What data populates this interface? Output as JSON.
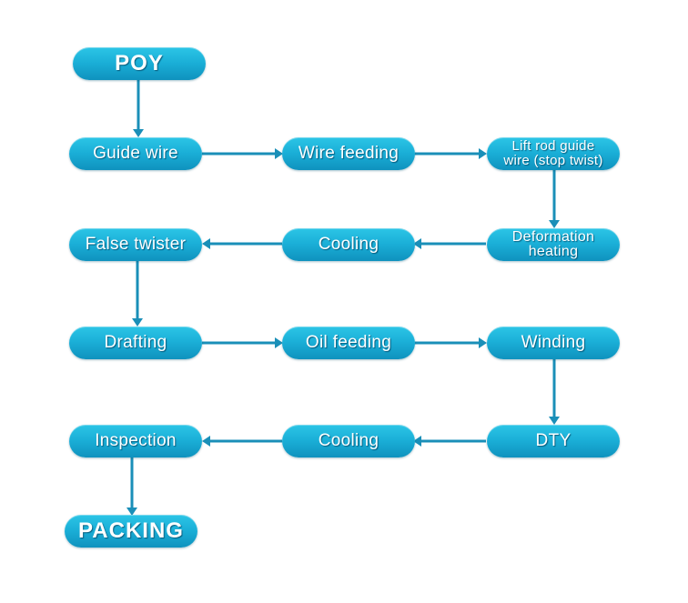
{
  "diagram": {
    "nodes": {
      "poy": "POY",
      "guide_wire": "Guide wire",
      "wire_feeding": "Wire feeding",
      "lift_rod_line1": "Lift rod guide",
      "lift_rod_line2": "wire (stop twist)",
      "deformation_line1": "Deformation",
      "deformation_line2": "heating",
      "cooling_1": "Cooling",
      "false_twister": "False twister",
      "drafting": "Drafting",
      "oil_feeding": "Oil feeding",
      "winding": "Winding",
      "dty": "DTY",
      "cooling_2": "Cooling",
      "inspection": "Inspection",
      "packing": "PACKING"
    },
    "edges": [
      {
        "from": "POY",
        "to": "Guide wire"
      },
      {
        "from": "Guide wire",
        "to": "Wire feeding"
      },
      {
        "from": "Wire feeding",
        "to": "Lift rod guide wire (stop twist)"
      },
      {
        "from": "Lift rod guide wire (stop twist)",
        "to": "Deformation heating"
      },
      {
        "from": "Deformation heating",
        "to": "Cooling"
      },
      {
        "from": "Cooling",
        "to": "False twister"
      },
      {
        "from": "False twister",
        "to": "Drafting"
      },
      {
        "from": "Drafting",
        "to": "Oil feeding"
      },
      {
        "from": "Oil feeding",
        "to": "Winding"
      },
      {
        "from": "Winding",
        "to": "DTY"
      },
      {
        "from": "DTY",
        "to": "Cooling"
      },
      {
        "from": "Cooling",
        "to": "Inspection"
      },
      {
        "from": "Inspection",
        "to": "PACKING"
      }
    ],
    "colors": {
      "node_top": "#2cc5e6",
      "node_bottom": "#0f92be",
      "arrow": "#1a8fb8",
      "text": "#ffffff"
    }
  }
}
